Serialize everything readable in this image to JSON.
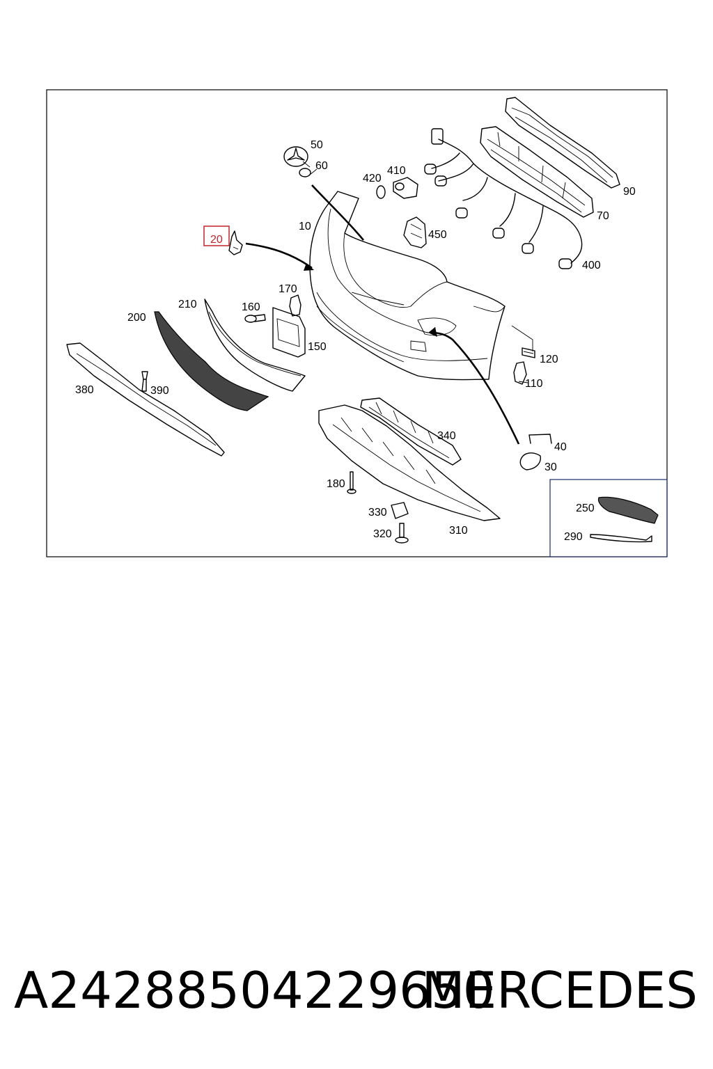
{
  "diagram": {
    "callouts": {
      "c10": "10",
      "c20": "20",
      "c30": "30",
      "c40": "40",
      "c50": "50",
      "c60": "60",
      "c70": "70",
      "c90": "90",
      "c110": "110",
      "c120": "120",
      "c150": "150",
      "c160": "160",
      "c170": "170",
      "c180": "180",
      "c200": "200",
      "c210": "210",
      "c250": "250",
      "c290": "290",
      "c310": "310",
      "c320": "320",
      "c330": "330",
      "c340": "340",
      "c380": "380",
      "c390": "390",
      "c400": "400",
      "c410": "410",
      "c420": "420",
      "c450": "450"
    },
    "highlighted_callout": "20",
    "highlight_color": "#c0242c"
  },
  "footer": {
    "part_number": "A24288504229650",
    "brand": "MERCEDES"
  }
}
